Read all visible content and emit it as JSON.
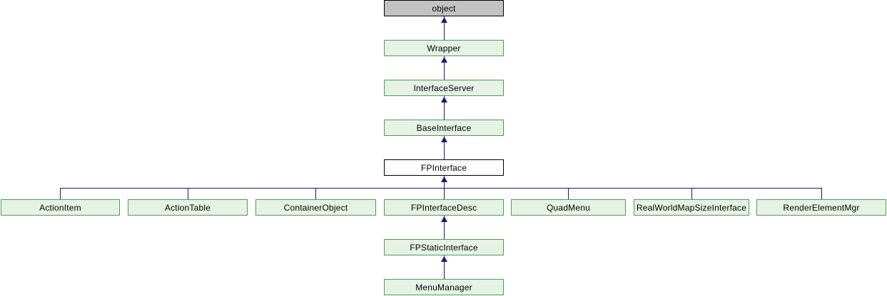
{
  "diagram": {
    "type": "class-inheritance-diagram",
    "focus_class": "FPInterface",
    "colors": {
      "line": "#191970",
      "documented_fill": "#e6f2e6",
      "documented_border": "#4f9e4f",
      "external_fill": "#c2c2c2",
      "current_fill": "#ffffff",
      "border_black": "#000000",
      "text": "#000000",
      "background": "#ffffff"
    },
    "nodes": {
      "object": {
        "label": "object",
        "type": "external"
      },
      "wrapper": {
        "label": "Wrapper",
        "type": "documented"
      },
      "interface_server": {
        "label": "InterfaceServer",
        "type": "documented"
      },
      "base_interface": {
        "label": "BaseInterface",
        "type": "documented"
      },
      "fp_interface": {
        "label": "FPInterface",
        "type": "current"
      },
      "action_item": {
        "label": "ActionItem",
        "type": "documented"
      },
      "action_table": {
        "label": "ActionTable",
        "type": "documented"
      },
      "container_object": {
        "label": "ContainerObject",
        "type": "documented"
      },
      "fp_interface_desc": {
        "label": "FPInterfaceDesc",
        "type": "documented"
      },
      "quad_menu": {
        "label": "QuadMenu",
        "type": "documented"
      },
      "real_world_map": {
        "label": "RealWorldMapSizeInterface",
        "type": "documented"
      },
      "render_element_mgr": {
        "label": "RenderElementMgr",
        "type": "documented"
      },
      "fp_static_interface": {
        "label": "FPStaticInterface",
        "type": "documented"
      },
      "menu_manager": {
        "label": "MenuManager",
        "type": "documented"
      }
    },
    "edges": [
      {
        "derived": "Wrapper",
        "base": "object"
      },
      {
        "derived": "InterfaceServer",
        "base": "Wrapper"
      },
      {
        "derived": "BaseInterface",
        "base": "InterfaceServer"
      },
      {
        "derived": "FPInterface",
        "base": "BaseInterface"
      },
      {
        "derived": "ActionItem",
        "base": "FPInterface"
      },
      {
        "derived": "ActionTable",
        "base": "FPInterface"
      },
      {
        "derived": "ContainerObject",
        "base": "FPInterface"
      },
      {
        "derived": "FPInterfaceDesc",
        "base": "FPInterface"
      },
      {
        "derived": "QuadMenu",
        "base": "FPInterface"
      },
      {
        "derived": "RealWorldMapSizeInterface",
        "base": "FPInterface"
      },
      {
        "derived": "RenderElementMgr",
        "base": "FPInterface"
      },
      {
        "derived": "FPStaticInterface",
        "base": "FPInterfaceDesc"
      },
      {
        "derived": "MenuManager",
        "base": "FPStaticInterface"
      }
    ]
  }
}
